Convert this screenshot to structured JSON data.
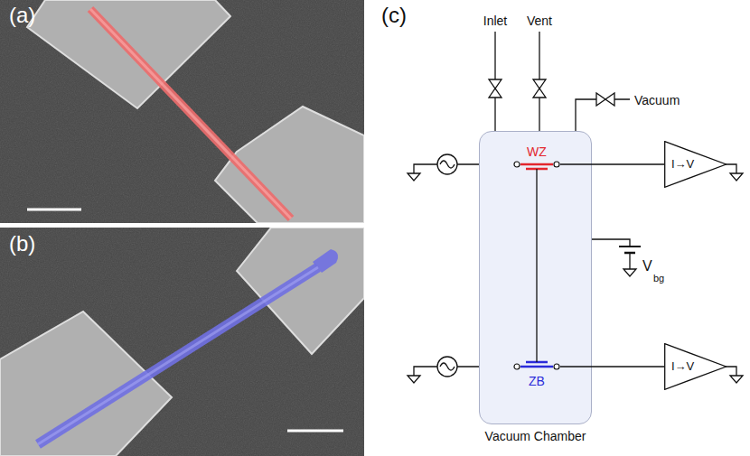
{
  "diagram": {
    "nodes": [
      {
        "text": [
          "Vacuum Chamber"
        ]
      },
      {
        "text": [
          "WZ"
        ],
        "in": 0
      },
      {
        "text": [
          "ZB"
        ],
        "in": 0
      },
      {
        "text": [
          "I→V"
        ]
      },
      {
        "text": [
          "I→V"
        ]
      }
    ],
    "edges": [
      {
        "from": 1,
        "to": 3,
        "arrow": "none"
      },
      {
        "from": 1,
        "to": 2,
        "arrow": "none"
      },
      {
        "from": 2,
        "to": 4,
        "arrow": "none"
      }
    ],
    "labels": [
      "(a)",
      "(b)",
      "(c)",
      "Inlet",
      "Vent",
      "Vacuum",
      "V",
      "bg"
    ]
  }
}
